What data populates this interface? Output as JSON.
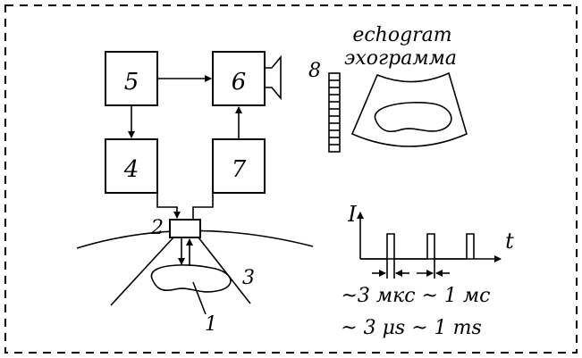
{
  "diagram": {
    "blocks": [
      {
        "id": "5",
        "label": "5"
      },
      {
        "id": "6",
        "label": "6"
      },
      {
        "id": "4",
        "label": "4"
      },
      {
        "id": "7",
        "label": "7"
      }
    ],
    "transducer_label": "2",
    "object_label": "1",
    "beam_label": "3",
    "array_label": "8",
    "echogram_title_en": "echogram",
    "echogram_title_ru": "эхограмма",
    "pulse_chart": {
      "y_axis_label": "I",
      "x_axis_label": "t",
      "pulse_width_ru": "~3 мкс",
      "period_ru": "~ 1 мс",
      "timing_en": "~ 3 μs ~ 1 ms"
    }
  }
}
